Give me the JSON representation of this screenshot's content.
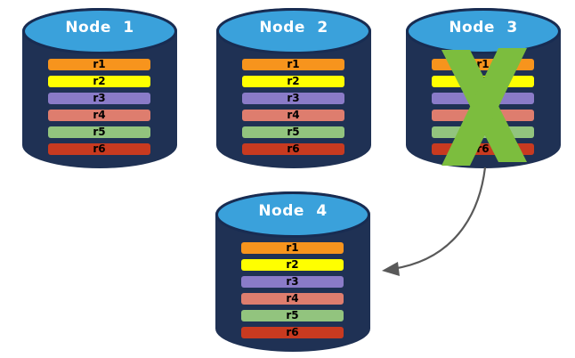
{
  "nodes": [
    {
      "title": "Node 1",
      "failed": false,
      "rows": [
        {
          "label": "r1",
          "color": "#F7941D"
        },
        {
          "label": "r2",
          "color": "#FFFF00"
        },
        {
          "label": "r3",
          "color": "#8A7BC8"
        },
        {
          "label": "r4",
          "color": "#DE7D6E"
        },
        {
          "label": "r5",
          "color": "#92C47E"
        },
        {
          "label": "r6",
          "color": "#C83A20"
        }
      ]
    },
    {
      "title": "Node 2",
      "failed": false,
      "rows": [
        {
          "label": "r1",
          "color": "#F7941D"
        },
        {
          "label": "r2",
          "color": "#FFFF00"
        },
        {
          "label": "r3",
          "color": "#8A7BC8"
        },
        {
          "label": "r4",
          "color": "#DE7D6E"
        },
        {
          "label": "r5",
          "color": "#92C47E"
        },
        {
          "label": "r6",
          "color": "#C83A20"
        }
      ]
    },
    {
      "title": "Node 3",
      "failed": true,
      "rows": [
        {
          "label": "r1",
          "color": "#F7941D"
        },
        {
          "label": "r2",
          "color": "#FFFF00"
        },
        {
          "label": "r3",
          "color": "#8A7BC8"
        },
        {
          "label": "r4",
          "color": "#DE7D6E"
        },
        {
          "label": "r5",
          "color": "#92C47E"
        },
        {
          "label": "r6",
          "color": "#C83A20"
        }
      ]
    },
    {
      "title": "Node 4",
      "failed": false,
      "rows": [
        {
          "label": "r1",
          "color": "#F7941D"
        },
        {
          "label": "r2",
          "color": "#FFFF00"
        },
        {
          "label": "r3",
          "color": "#8A7BC8"
        },
        {
          "label": "r4",
          "color": "#DE7D6E"
        },
        {
          "label": "r5",
          "color": "#92C47E"
        },
        {
          "label": "r6",
          "color": "#C83A20"
        }
      ]
    }
  ],
  "icons": {
    "failure": "x-mark-icon",
    "failover": "curved-arrow-icon"
  },
  "colors": {
    "background": "#FFFFFF",
    "cylinder_body": "#1F3154",
    "cylinder_top": "#3AA1DB",
    "cylinder_outline": "#182C52",
    "title_text": "#FFFFFF",
    "row_text": "#000000",
    "failure_x": "#7CBD3E",
    "arrow": "#595959"
  }
}
